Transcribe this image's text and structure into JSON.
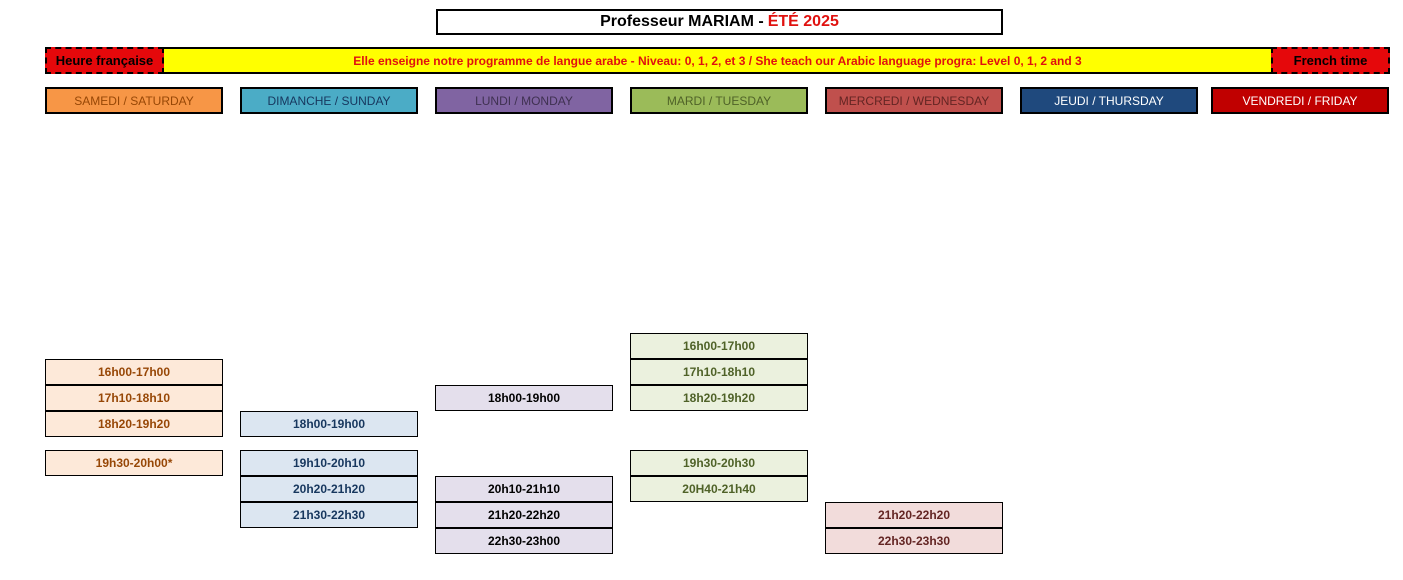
{
  "title": {
    "main": "Professeur MARIAM -",
    "season": "ÉTÉ 2025"
  },
  "banner": {
    "left_label": "Heure française",
    "text": "Elle enseigne notre programme de langue arabe - Niveau: 0, 1, 2, et 3 / She teach our Arabic language progra: Level 0, 1, 2 and 3",
    "right_label": "French time"
  },
  "days": [
    {
      "label": "SAMEDI / SATURDAY",
      "bg": "#f79646",
      "text": "#974706",
      "slot_bg": "#fde9d9",
      "slot_text": "#974706",
      "slots": [
        "16h00-17h00",
        "17h10-18h10",
        "18h20-19h20",
        "19h30-20h00*"
      ]
    },
    {
      "label": "DIMANCHE / SUNDAY",
      "bg": "#4bacc6",
      "text": "#17375e",
      "slot_bg": "#dce6f1",
      "slot_text": "#17375e",
      "slots": [
        "18h00-19h00",
        "19h10-20h10",
        "20h20-21h20",
        "21h30-22h30"
      ]
    },
    {
      "label": "LUNDI / MONDAY",
      "bg": "#8064a2",
      "text": "#3f3151",
      "slot_bg": "#e4dfec",
      "slot_text": "#000000",
      "slots": [
        "18h00-19h00",
        "20h10-21h10",
        "21h20-22h20",
        "22h30-23h00"
      ]
    },
    {
      "label": "MARDI / TUESDAY",
      "bg": "#9bbb59",
      "text": "#4f6228",
      "slot_bg": "#ebf1de",
      "slot_text": "#4f6228",
      "slots": [
        "16h00-17h00",
        "17h10-18h10",
        "18h20-19h20",
        "19h30-20h30",
        "20H40-21h40"
      ]
    },
    {
      "label": "MERCREDI / WEDNESDAY",
      "bg": "#c0504d",
      "text": "#632523",
      "slot_bg": "#f2dcdb",
      "slot_text": "#632523",
      "slots": [
        "21h20-22h20",
        "22h30-23h30"
      ]
    },
    {
      "label": "JEUDI / THURSDAY",
      "bg": "#1f497d",
      "text": "#ffffff",
      "slot_bg": "#dce6f1",
      "slot_text": "#17375e",
      "slots": []
    },
    {
      "label": "VENDREDI / FRIDAY",
      "bg": "#c00000",
      "text": "#ffffff",
      "slot_bg": "#f2dcdb",
      "slot_text": "#632523",
      "slots": []
    }
  ]
}
